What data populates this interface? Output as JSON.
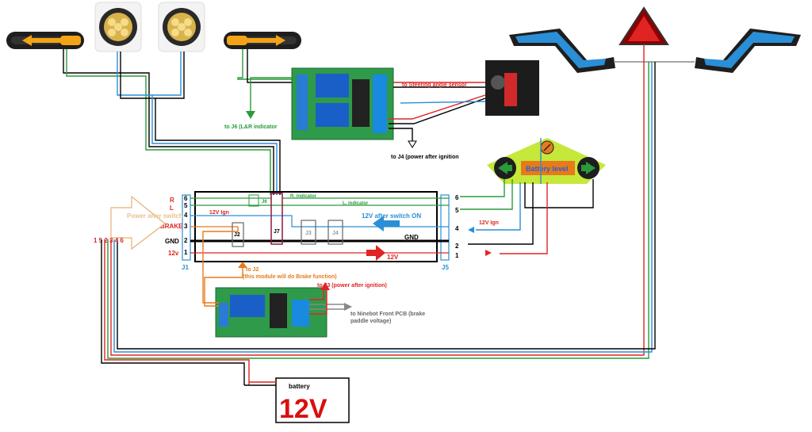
{
  "header": {
    "steering_label": "to Steering angle sensor",
    "j6_label": "to J6 (L&R indicator",
    "j4_label": "to J4 (power after ignition"
  },
  "left_pins": {
    "names": [
      "R",
      "L",
      "",
      "BRAKE",
      "GND",
      "12v"
    ],
    "numbers": [
      "6",
      "5",
      "4",
      "3",
      "2",
      "1"
    ],
    "connector": "J1"
  },
  "right_pins": {
    "numbers": [
      "6",
      "5",
      "4",
      "2",
      "1"
    ],
    "connector": "J5"
  },
  "wires": {
    "r_indicator": "R. indicator",
    "l_indicator": "L. indicator",
    "ign_left": "12V Ign",
    "ign_note": "12V after switch ON",
    "ign_right": "12V Ign",
    "gnd": "GND",
    "v12": "12V"
  },
  "jumpers": {
    "j6": "J6",
    "j2": "J2",
    "j7": "J7",
    "j3": "J3",
    "j4": "J4"
  },
  "power_switch": "Power after switch",
  "harness_numbers": "1 5 2 3 4 6",
  "battery_level": "Battery level",
  "bottom": {
    "j2_title": "to J2",
    "j2_sub": "(this module will do Brake function)",
    "j3_label": "to J3 (power after ignition)",
    "ninebot_1": "to Ninebot  Front PCB (brake",
    "ninebot_2": "paddle voltage)"
  },
  "battery": {
    "small": "battery",
    "big": "12V"
  },
  "colors": {
    "green": "#2a9a3a",
    "blue": "#2a8fd6",
    "red": "#e02424",
    "orange": "#e87a1a",
    "black": "#000000",
    "relay_blue": "#1a5fc8",
    "pcb_green": "#2e9a4a"
  }
}
